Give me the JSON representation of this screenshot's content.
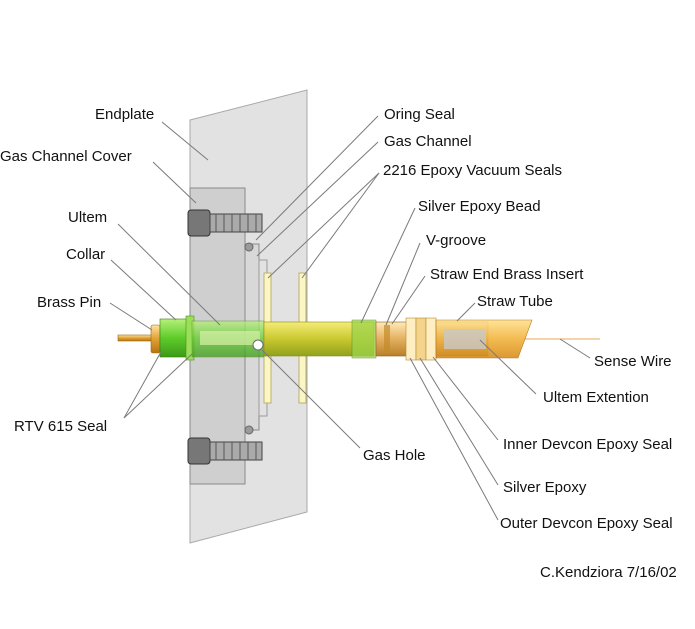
{
  "labels": {
    "endplate": "Endplate",
    "gas_channel_cover": "Gas Channel Cover",
    "ultem": "Ultem",
    "collar": "Collar",
    "brass_pin": "Brass Pin",
    "rtv_615_seal": "RTV 615 Seal",
    "oring_seal": "Oring Seal",
    "gas_channel": "Gas Channel",
    "epoxy_vacuum_seals": "2216 Epoxy Vacuum Seals",
    "silver_epoxy_bead": "Silver Epoxy Bead",
    "v_groove": "V-groove",
    "straw_end_brass_insert": "Straw End Brass Insert",
    "straw_tube": "Straw Tube",
    "sense_wire": "Sense Wire",
    "ultem_extention": "Ultem Extention",
    "gas_hole": "Gas Hole",
    "inner_devcon_epoxy_seal": "Inner Devcon Epoxy Seal",
    "silver_epoxy": "Silver Epoxy",
    "outer_devcon_epoxy_seal": "Outer Devcon Epoxy Seal"
  },
  "credit": "C.Kendziora 7/16/02",
  "colors": {
    "endplate": "#dcdcdc",
    "cover": "#c8c8c8",
    "collar_green": "#7ed321",
    "tube_yellow": "#e8d84a",
    "straw_orange": "#f0a830",
    "brass": "#d4a017"
  }
}
